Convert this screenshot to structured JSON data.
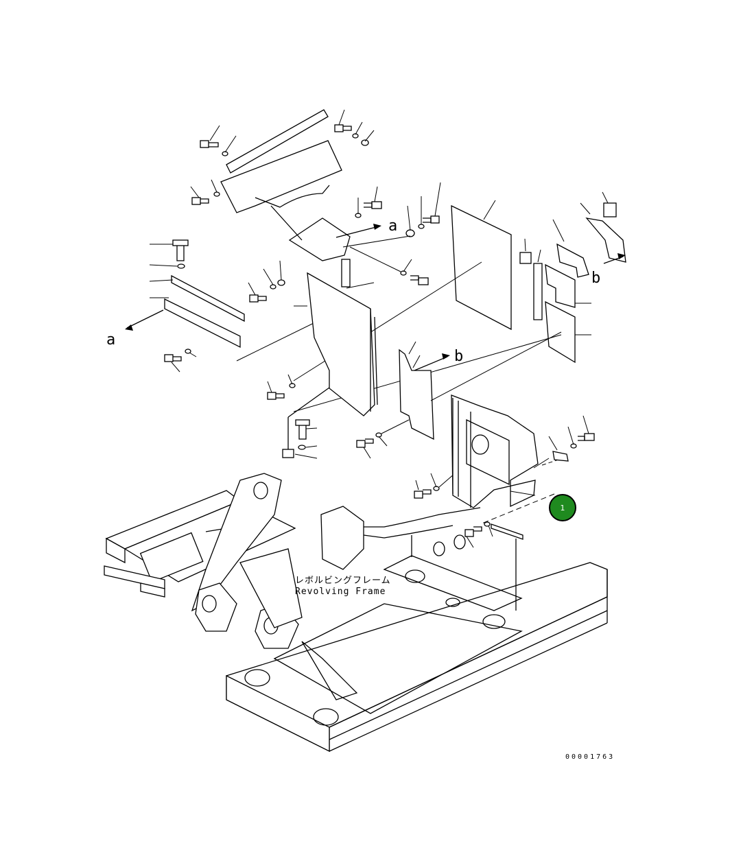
{
  "diagram": {
    "frame_label_jp": "レボルビングフレーム",
    "frame_label_en": "Revolving Frame",
    "ref_label_a": "a",
    "ref_label_b": "b",
    "drawing_code": "00001763",
    "callout": {
      "number": "1",
      "color": "#1f8a1f"
    }
  }
}
